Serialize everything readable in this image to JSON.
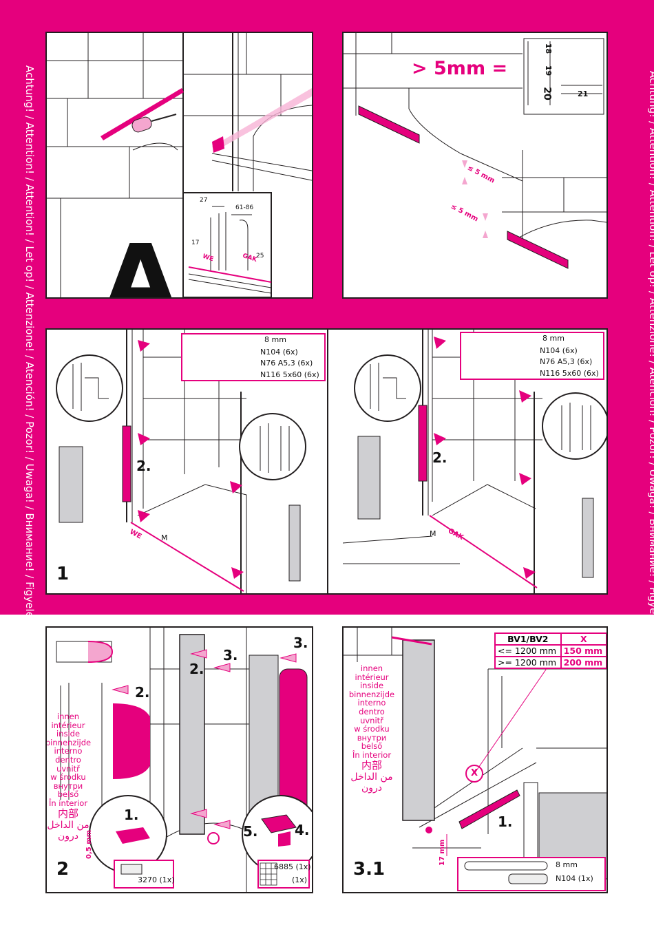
{
  "warning_text": "Achtung! / Attention! / Attention! / Let op! / Attenzione! / Atención! / Pozor! / Uwaga! / Внимание! / Figyelem / Atenție. / 注意！ / انتبه! / توجه!",
  "panels": {
    "a": {
      "letter": "A",
      "dim_27": "27",
      "dim_61_86": "61-86",
      "dim_17": "17",
      "dim_25": "25",
      "we": "WE",
      "gak": "GAK"
    },
    "level": {
      "measure": "> 5mm =",
      "tol_1": "≤ 5 mm",
      "tol_2": "≤ 5 mm",
      "ruler_18": "18",
      "ruler_19": "19",
      "ruler_20": "20",
      "ruler_21": "21"
    },
    "step1": {
      "number": "1",
      "substep": "2.",
      "substep_b": "2.",
      "we": "WE",
      "m": "M",
      "m_b": "M",
      "gak": "GAK",
      "parts": [
        "8 mm",
        "N104 (6x)",
        "N76 A5,3 (6x)",
        "N116 5x60 (6x)"
      ]
    },
    "step2": {
      "number": "2",
      "s1": "1.",
      "s2a": "2.",
      "s2b": "2.",
      "s3a": "3.",
      "s3b": "3.",
      "s4": "4.",
      "s5": "5.",
      "dim": "0,5 mm",
      "part_left": "3270 (1x)",
      "part_right_a": "6885 (1x)",
      "part_right_b": "(1x)",
      "inside_list": [
        "innen",
        "intérieur",
        "inside",
        "binnenzijde",
        "interno",
        "dentro",
        "uvnitř",
        "w środku",
        "внутри",
        "belső",
        "În interior",
        "内部",
        "من الداخل",
        "درون"
      ]
    },
    "step31": {
      "number": "3.1",
      "s1": "1.",
      "dim": "17 mm",
      "x_mark": "X",
      "table": {
        "header_left": "BV1/BV2",
        "header_right": "X",
        "rows": [
          {
            "cond": "<= 1200 mm",
            "val": "150 mm"
          },
          {
            "cond": ">= 1200 mm",
            "val": "200 mm"
          }
        ]
      },
      "parts": [
        "8 mm",
        "N104 (1x)"
      ],
      "inside_list": [
        "innen",
        "intérieur",
        "inside",
        "binnenzijde",
        "interno",
        "dentro",
        "uvnitř",
        "w środku",
        "внутри",
        "belső",
        "În interior",
        "内部",
        "من الداخل",
        "درون"
      ]
    }
  },
  "colors": {
    "accent": "#e5007d",
    "ink": "#231f20"
  }
}
